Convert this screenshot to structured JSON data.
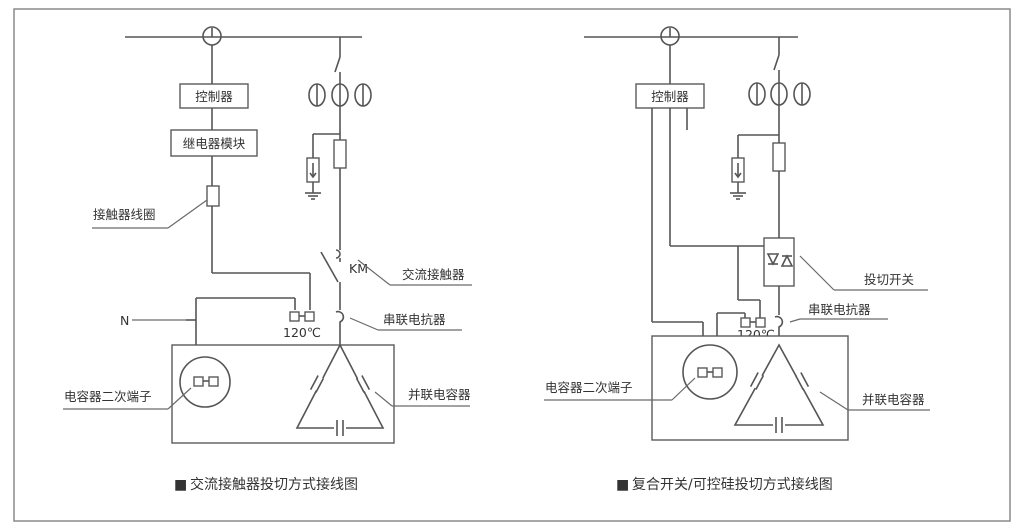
{
  "left": {
    "controller": "控制器",
    "relay_module": "继电器模块",
    "contactor_coil": "接触器线圈",
    "km": "KM",
    "ac_contactor": "交流接触器",
    "neutral": "N",
    "temperature": "120℃",
    "series_reactor": "串联电抗器",
    "secondary_terminal": "电容器二次端子",
    "shunt_capacitor": "并联电容器",
    "caption": "交流接触器投切方式接线图"
  },
  "right": {
    "controller": "控制器",
    "switch": "投切开关",
    "temperature": "120℃",
    "series_reactor": "串联电抗器",
    "secondary_terminal": "电容器二次端子",
    "shunt_capacitor": "并联电容器",
    "caption": "复合开关/可控硅投切方式接线图"
  },
  "caption_marker": "■"
}
